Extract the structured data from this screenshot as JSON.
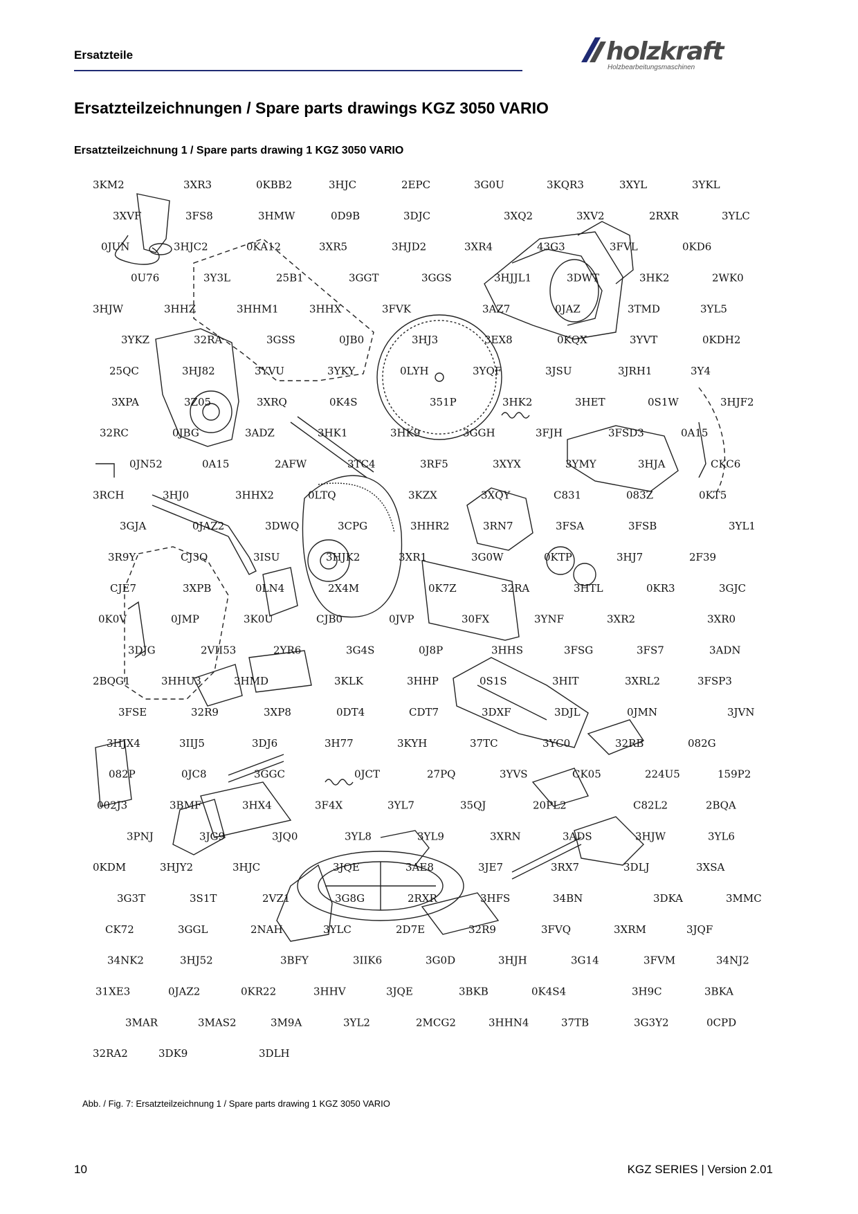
{
  "header": {
    "section": "Ersatzteile",
    "logo_text": "holzkraft",
    "logo_tagline": "Holzbearbeitungsmaschinen"
  },
  "page_title": "Ersatzteilzeichnungen / Spare parts drawings KGZ 3050 VARIO",
  "subtitle": "Ersatzteilzeichnung 1 / Spare parts drawing 1 KGZ 3050 VARIO",
  "drawing": {
    "labels": [
      "3KM2",
      "3XR3",
      "0KBB2",
      "3HJC",
      "2EPC",
      "3G0U",
      "3KQR3",
      "3XYL",
      "3YKL",
      "3XVF",
      "3FS8",
      "3HMW",
      "0D9B",
      "3DJC",
      "3XQ2",
      "3XV2",
      "2RXR",
      "3YLC",
      "0JUN",
      "3HJC2",
      "0KA12",
      "3XR5",
      "3HJD2",
      "3XR4",
      "43G3",
      "3FVL",
      "0KD6",
      "0U76",
      "3Y3L",
      "25B1",
      "3GGT",
      "3GGS",
      "3HJJL1",
      "3DWT",
      "3HK2",
      "2WK0",
      "3HJW",
      "3HHZ",
      "3HHM1",
      "3HHX",
      "3FVK",
      "3AZ7",
      "0JAZ",
      "3TMD",
      "3YL5",
      "3YKZ",
      "32RA",
      "3GSS",
      "0JB0",
      "3HJ3",
      "3EX8",
      "0KQX",
      "3YVT",
      "0KDH2",
      "25QC",
      "3HJ82",
      "3YVU",
      "3YKY",
      "0LYH",
      "3YQF",
      "3JSU",
      "3JRH1",
      "3Y4",
      "3XPA",
      "3Z05",
      "3XRQ",
      "0K4S",
      "351P",
      "3HK2",
      "3HET",
      "0S1W",
      "3HJF2",
      "32RC",
      "0JBG",
      "3ADZ",
      "3HK1",
      "3HK9",
      "3GGH",
      "3FJH",
      "3FSD3",
      "0A15",
      "0JN52",
      "0A15",
      "2AFW",
      "3TC4",
      "3RF5",
      "3XYX",
      "3YMY",
      "3HJA",
      "CKC6",
      "3RCH",
      "3HJ0",
      "3HHX2",
      "0LTQ",
      "3KZX",
      "3XQY",
      "C831",
      "083Z",
      "0KT5",
      "3GJA",
      "0JAZ2",
      "3DWQ",
      "3CPG",
      "3HHR2",
      "3RN7",
      "3FSA",
      "3FSB",
      "3YL1",
      "3R9Y",
      "CJ3Q",
      "3ISU",
      "3HJK2",
      "3XR1",
      "3G0W",
      "0KTP",
      "3HJ7",
      "2F39",
      "CJE7",
      "3XPB",
      "0LN4",
      "2X4M",
      "0K7Z",
      "32RA",
      "3HTL",
      "0KR3",
      "3GJC",
      "0K0V",
      "0JMP",
      "3K0U",
      "CJB0",
      "0JVP",
      "30FX",
      "3YNF",
      "3XR2",
      "3XR0",
      "3DJG",
      "2VII53",
      "2YR6",
      "3G4S",
      "0J8P",
      "3HHS",
      "3FSG",
      "3FS7",
      "3ADN",
      "2BQG1",
      "3HHU3",
      "3HMD",
      "3KLK",
      "3HHP",
      "0S1S",
      "3HIT",
      "3XRL2",
      "3FSP3",
      "3FSE",
      "32R9",
      "3XP8",
      "0DT4",
      "CDT7",
      "3DXF",
      "3DJL",
      "0JMN",
      "3JVN",
      "3HJX4",
      "3IIJ5",
      "3DJ6",
      "3H77",
      "3KYH",
      "37TC",
      "3YC0",
      "32RB",
      "082G",
      "082P",
      "0JC8",
      "3GGC",
      "0JCT",
      "27PQ",
      "3YVS",
      "CK05",
      "224U5",
      "159P2",
      "002J3",
      "3BMF",
      "3HX4",
      "3F4X",
      "3YL7",
      "35QJ",
      "20PL2",
      "C82L2",
      "2BQA",
      "3PNJ",
      "3JG9",
      "3JQ0",
      "3YL8",
      "3YL9",
      "3XRN",
      "3ADS",
      "3HJW",
      "3YL6",
      "0KDM",
      "3HJY2",
      "3HJC",
      "3JQE",
      "3AE8",
      "3JE7",
      "3RX7",
      "3DLJ",
      "3XSA",
      "3G3T",
      "3S1T",
      "2VZ1",
      "3G8G",
      "2RXR",
      "3HFS",
      "34BN",
      "3DKA",
      "3MMC",
      "CK72",
      "3GGL",
      "2NAH",
      "3YLC",
      "2D7E",
      "32R9",
      "3FVQ",
      "3XRM",
      "3JQF",
      "34NK2",
      "3HJ52",
      "3BFY",
      "3IIK6",
      "3G0D",
      "3HJH",
      "3G14",
      "3FVM",
      "34NJ2",
      "31XE3",
      "0JAZ2",
      "0KR22",
      "3HHV",
      "3JQE",
      "3BKB",
      "0K4S4",
      "3H9C",
      "3BKA",
      "3MAR",
      "3MAS2",
      "3M9A",
      "3YL2",
      "2MCG2",
      "3HHN4",
      "37TB",
      "3G3Y2",
      "0CPD",
      "32RA2",
      "3DK9",
      "3DLH"
    ]
  },
  "caption": "Abb. / Fig.  7: Ersatzteilzeichnung 1 / Spare parts drawing 1 KGZ 3050 VARIO",
  "footer": {
    "page_number": "10",
    "version": "KGZ SERIES | Version 2.01"
  },
  "colors": {
    "header_rule": "#1f2a73",
    "logo_gray": "#4a4a4a",
    "logo_blue": "#1f2a73"
  }
}
